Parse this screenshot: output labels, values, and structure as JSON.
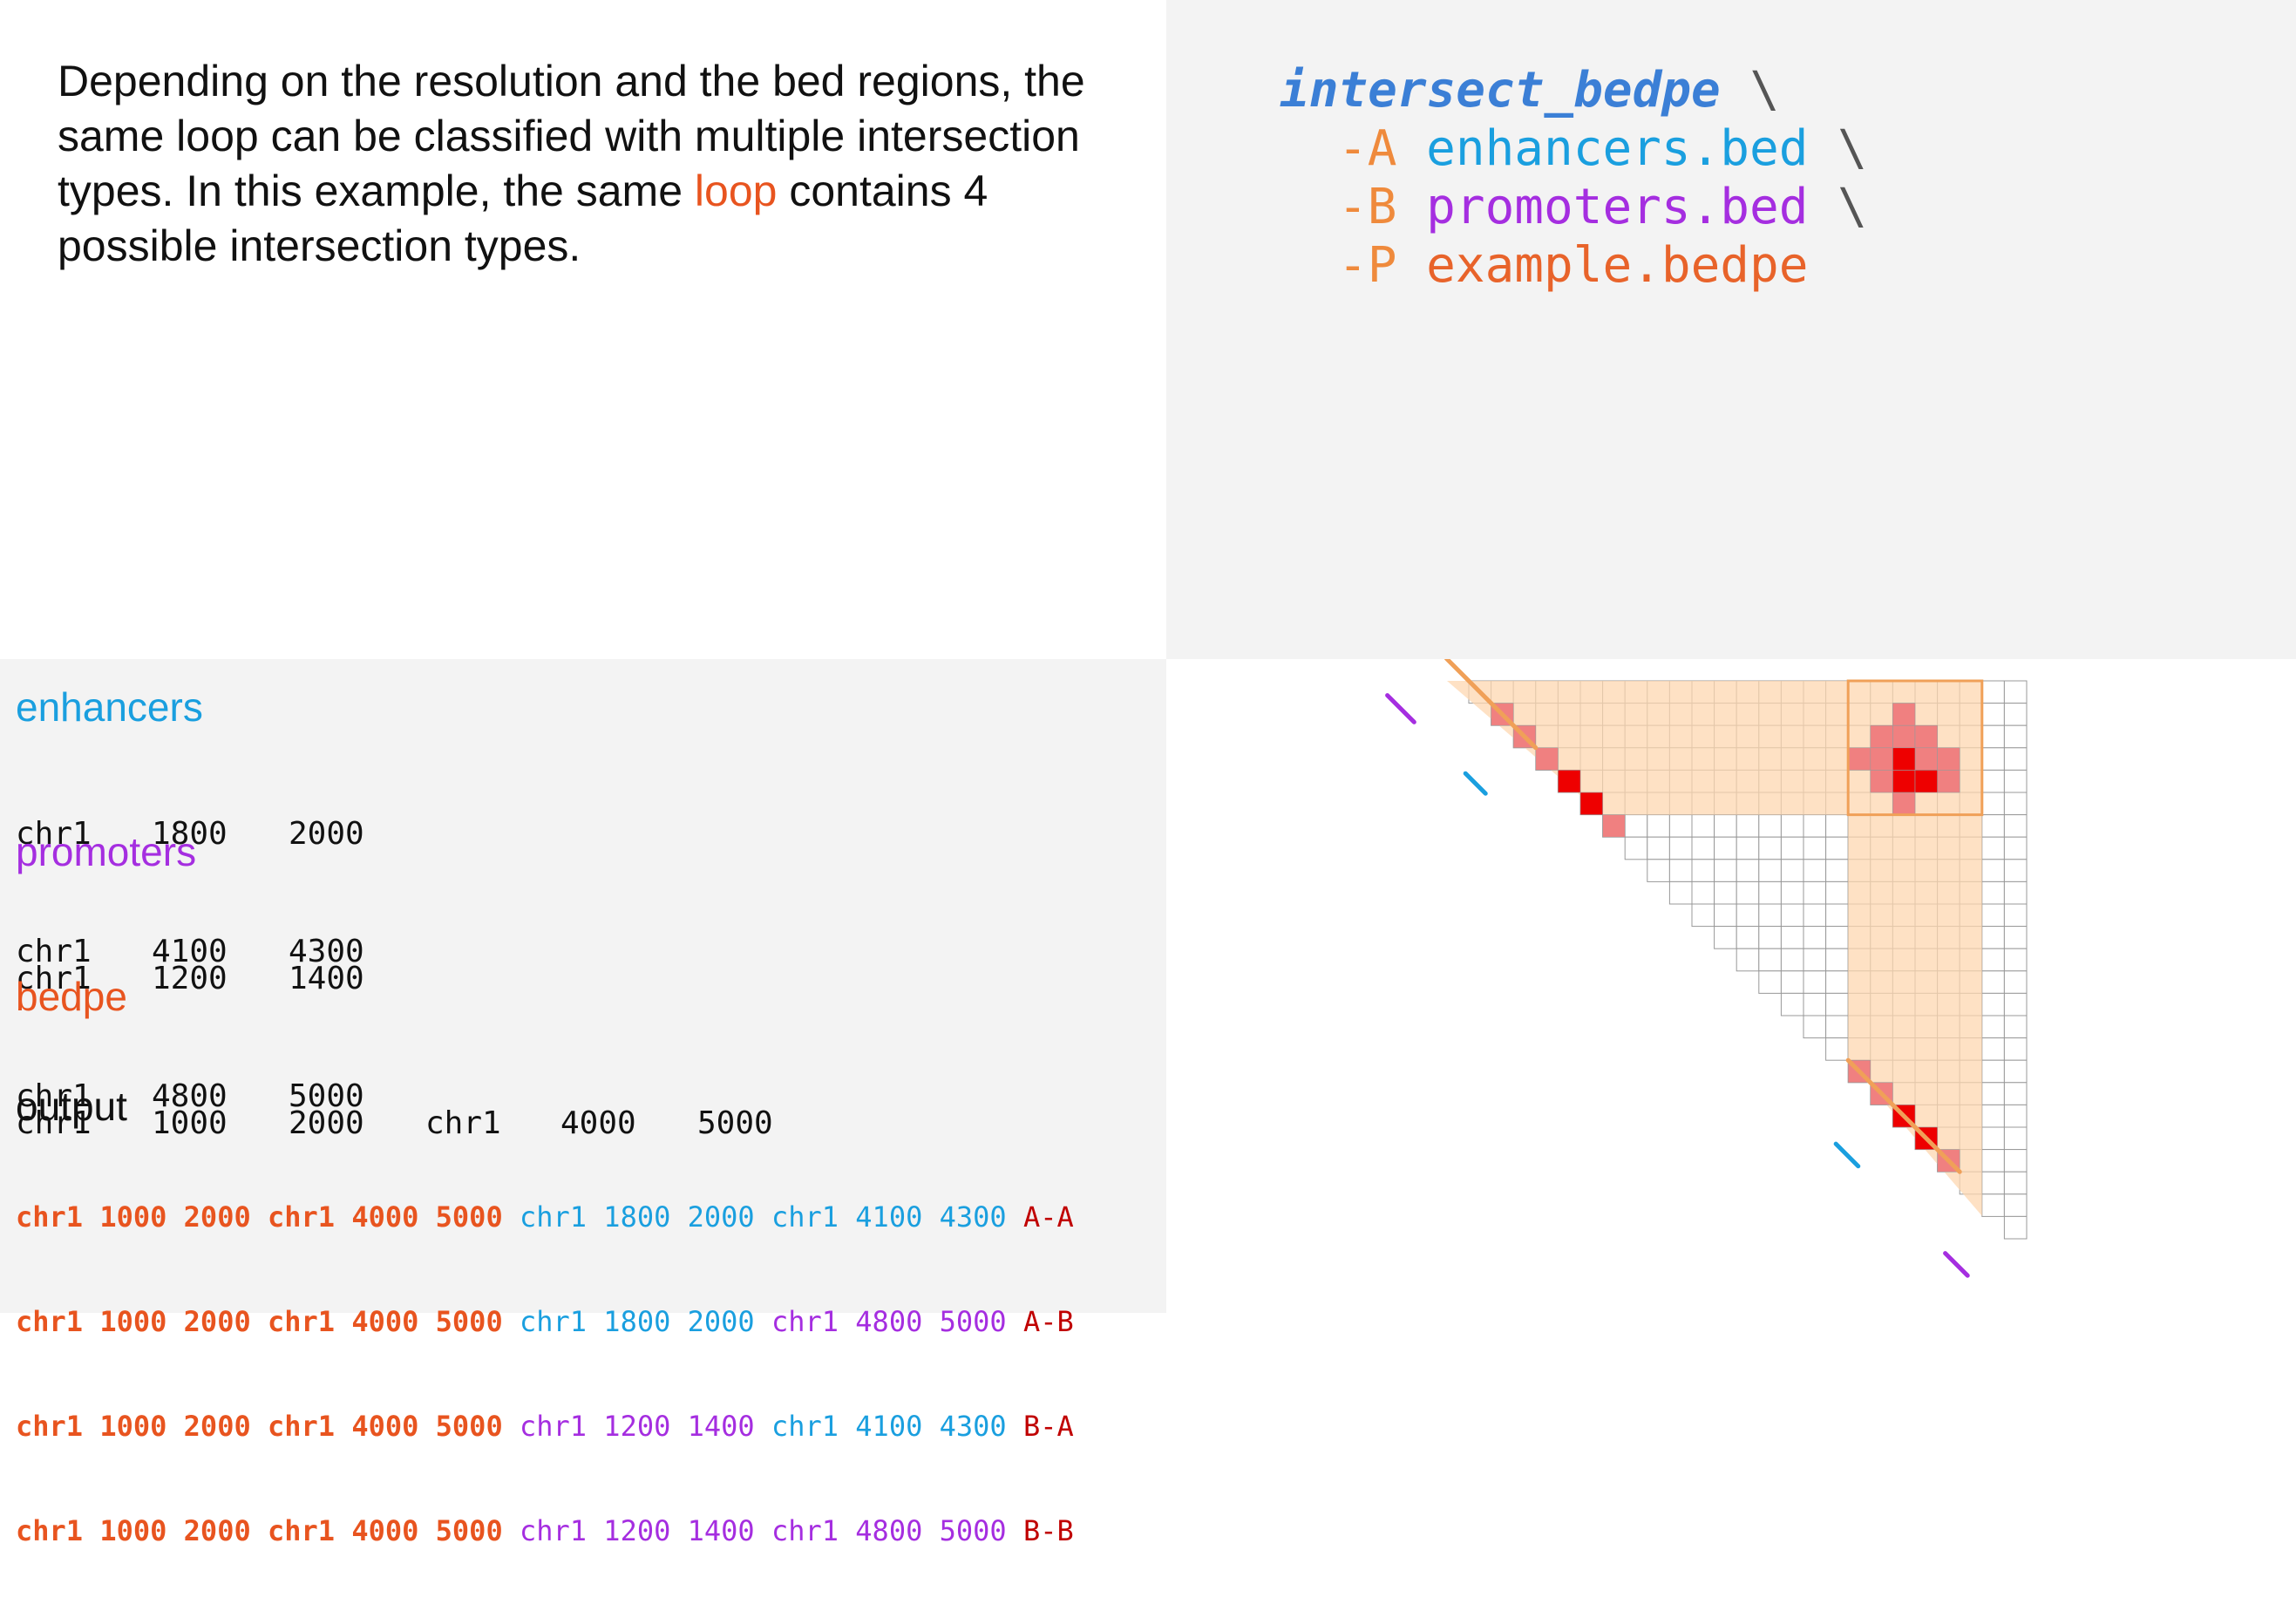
{
  "description": {
    "before": "Depending on the resolution and the bed regions, the same loop can be classified with multiple intersection types. In this example, the same ",
    "highlight": "loop",
    "after": " contains 4 possible intersection types."
  },
  "command": {
    "name": "intersect_bedpe",
    "continuation": "\\",
    "args": [
      {
        "flag": "-A",
        "file": "enhancers.bed",
        "cont": "\\"
      },
      {
        "flag": "-B",
        "file": "promoters.bed",
        "cont": "\\"
      },
      {
        "flag": "-P",
        "file": "example.bedpe",
        "cont": ""
      }
    ]
  },
  "enhancers": {
    "title": "enhancers",
    "rows": [
      [
        "chr1",
        "1800",
        "2000"
      ],
      [
        "chr1",
        "4100",
        "4300"
      ]
    ]
  },
  "promoters": {
    "title": "promoters",
    "rows": [
      [
        "chr1",
        "1200",
        "1400"
      ],
      [
        "chr1",
        "4800",
        "5000"
      ]
    ]
  },
  "bedpe": {
    "title": "bedpe",
    "rows": [
      [
        "chr1",
        "1000",
        "2000",
        "chr1",
        "4000",
        "5000"
      ]
    ]
  },
  "output": {
    "title": "output",
    "rows": [
      {
        "loop": "chr1 1000 2000 chr1 4000 5000",
        "first": "chr1 1800 2000",
        "first_kind": "a",
        "second": "chr1 4100 4300",
        "second_kind": "a",
        "type": "A-A"
      },
      {
        "loop": "chr1 1000 2000 chr1 4000 5000",
        "first": "chr1 1800 2000",
        "first_kind": "a",
        "second": "chr1 4800 5000",
        "second_kind": "b",
        "type": "A-B"
      },
      {
        "loop": "chr1 1000 2000 chr1 4000 5000",
        "first": "chr1 1200 1400",
        "first_kind": "b",
        "second": "chr1 4100 4300",
        "second_kind": "a",
        "type": "B-A"
      },
      {
        "loop": "chr1 1000 2000 chr1 4000 5000",
        "first": "chr1 1200 1400",
        "first_kind": "b",
        "second": "chr1 4800 5000",
        "second_kind": "b",
        "type": "B-B"
      }
    ]
  },
  "colors": {
    "enhancer": "#1a9fdf",
    "promoter": "#a52ee0",
    "bedpe": "#e8541f",
    "flag": "#ef8a3c",
    "command": "#3b7fd6",
    "type": "#c00000",
    "band": "#fdd7b0",
    "band_edge": "#f0a058",
    "strong_contact": "#ee0000",
    "weak_contact": "#f08080",
    "grid": "#999999"
  },
  "heatmap": {
    "bins": 25,
    "strong_cells": [
      [
        4,
        4
      ],
      [
        5,
        5
      ],
      [
        19,
        19
      ],
      [
        20,
        20
      ],
      [
        4,
        19
      ],
      [
        4,
        20
      ],
      [
        3,
        19
      ]
    ],
    "weak_cells": [
      [
        1,
        1
      ],
      [
        2,
        2
      ],
      [
        3,
        3
      ],
      [
        6,
        6
      ],
      [
        17,
        17
      ],
      [
        18,
        18
      ],
      [
        21,
        21
      ],
      [
        1,
        19
      ],
      [
        2,
        19
      ],
      [
        2,
        18
      ],
      [
        2,
        20
      ],
      [
        3,
        17
      ],
      [
        3,
        18
      ],
      [
        3,
        20
      ],
      [
        3,
        21
      ],
      [
        4,
        18
      ],
      [
        4,
        21
      ],
      [
        5,
        19
      ]
    ]
  }
}
